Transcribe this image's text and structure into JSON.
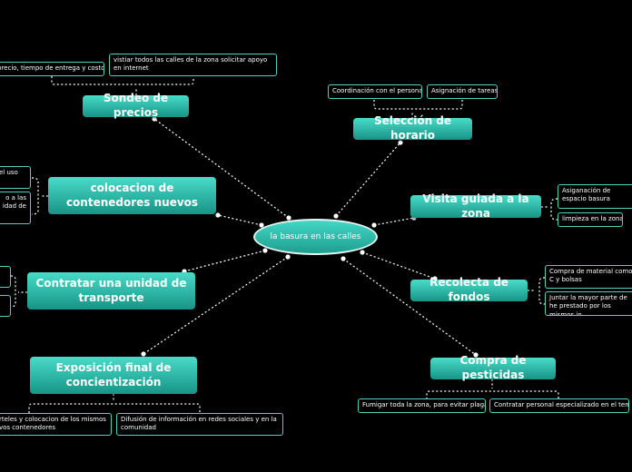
{
  "center": {
    "label": "la basura en las calles"
  },
  "topics": [
    {
      "label": "Sondeo de precios",
      "leaves": [
        "precio, tiempo de entrega y costo.",
        "vistiar todos las calles de la zona solicitar apoyo en internet"
      ]
    },
    {
      "label": "Selección de horario",
      "leaves": [
        "Coordinación con el personal",
        "Asignación de tareas"
      ]
    },
    {
      "label": "colocacion de contenedores nuevos",
      "leaves": [
        "el uso",
        "o a las idad de"
      ]
    },
    {
      "label": "Visita guiada a la zona",
      "leaves": [
        "Asiganación de espacio basura",
        "limpieza en la zona"
      ]
    },
    {
      "label": "Contratar una unidad de transporte",
      "leaves": [
        "",
        ""
      ]
    },
    {
      "label": "Recolecta de fondos",
      "leaves": [
        "Compra de material como; C y bolsas",
        "Juntar la mayor parte de he prestado  por los mismos in"
      ]
    },
    {
      "label": "Exposición final de concientización",
      "leaves": [
        "rteles y colocacion de los mismos vos contenedores",
        "Difusión de información en redes sociales y en la comunidad"
      ]
    },
    {
      "label": "Compra de pesticidas",
      "leaves": [
        "Fumigar toda la zona, para evitar plagas",
        "Contratar personal especializado en el tema"
      ]
    }
  ]
}
